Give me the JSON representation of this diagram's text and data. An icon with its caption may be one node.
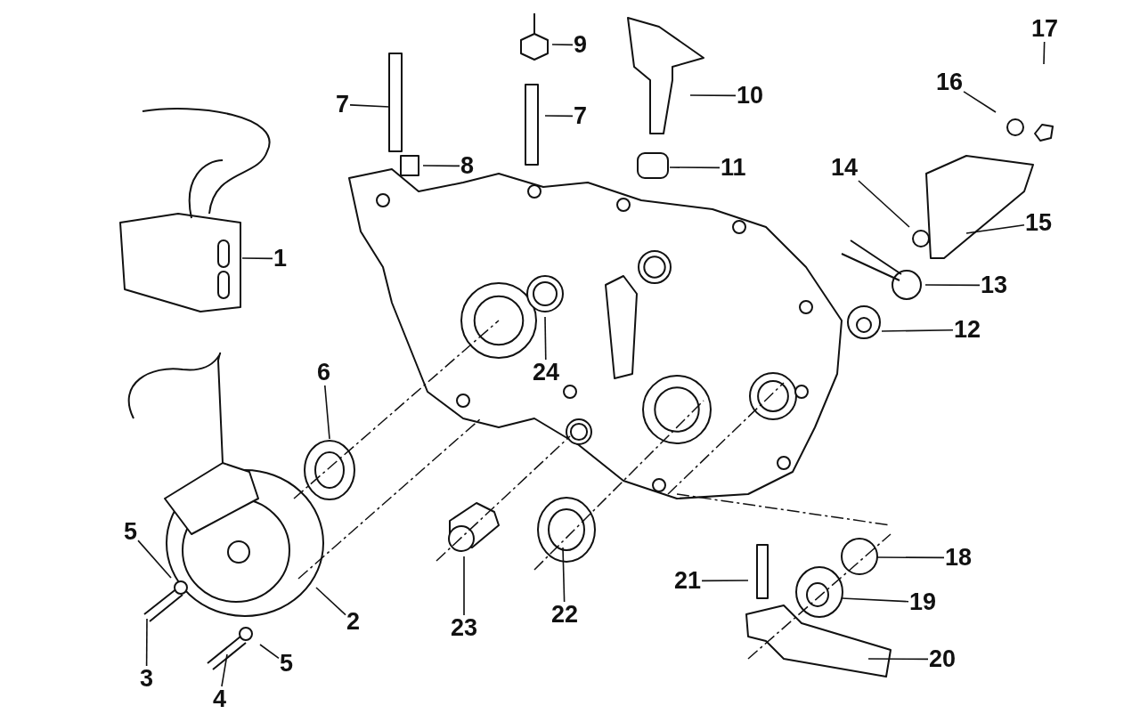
{
  "diagram": {
    "nodes": [
      {
        "text": [
          "1"
        ]
      },
      {
        "text": [
          "2"
        ]
      },
      {
        "text": [
          "3"
        ]
      },
      {
        "text": [
          "4"
        ]
      },
      {
        "text": [
          "5"
        ]
      },
      {
        "text": [
          "5"
        ]
      },
      {
        "text": [
          "6"
        ]
      },
      {
        "text": [
          "7"
        ]
      },
      {
        "text": [
          "7"
        ]
      },
      {
        "text": [
          "8"
        ]
      },
      {
        "text": [
          "9"
        ]
      },
      {
        "text": [
          "10"
        ]
      },
      {
        "text": [
          "11"
        ]
      },
      {
        "text": [
          "12"
        ]
      },
      {
        "text": [
          "13"
        ]
      },
      {
        "text": [
          "14"
        ]
      },
      {
        "text": [
          "15"
        ]
      },
      {
        "text": [
          "16"
        ]
      },
      {
        "text": [
          "17"
        ]
      },
      {
        "text": [
          "18"
        ]
      },
      {
        "text": [
          "19"
        ]
      },
      {
        "text": [
          "20"
        ]
      },
      {
        "text": [
          "21"
        ]
      },
      {
        "text": [
          "22"
        ]
      },
      {
        "text": [
          "23"
        ]
      },
      {
        "text": [
          "24"
        ]
      }
    ],
    "edges": [
      {
        "from": 0,
        "to": null,
        "arrow": "none"
      },
      {
        "from": 1,
        "to": null,
        "arrow": "none"
      },
      {
        "from": 2,
        "to": null,
        "arrow": "none"
      },
      {
        "from": 3,
        "to": null,
        "arrow": "none"
      },
      {
        "from": 4,
        "to": null,
        "arrow": "none"
      },
      {
        "from": 5,
        "to": null,
        "arrow": "none"
      },
      {
        "from": 6,
        "to": null,
        "arrow": "none"
      },
      {
        "from": 7,
        "to": null,
        "arrow": "none"
      },
      {
        "from": 8,
        "to": null,
        "arrow": "none"
      },
      {
        "from": 9,
        "to": null,
        "arrow": "none"
      },
      {
        "from": 10,
        "to": null,
        "arrow": "none"
      },
      {
        "from": 11,
        "to": null,
        "arrow": "none"
      },
      {
        "from": 12,
        "to": null,
        "arrow": "none"
      },
      {
        "from": 13,
        "to": null,
        "arrow": "none"
      },
      {
        "from": 14,
        "to": null,
        "arrow": "none"
      },
      {
        "from": 15,
        "to": null,
        "arrow": "none"
      },
      {
        "from": 16,
        "to": null,
        "arrow": "none"
      },
      {
        "from": 17,
        "to": null,
        "arrow": "none"
      },
      {
        "from": 18,
        "to": null,
        "arrow": "none"
      },
      {
        "from": 19,
        "to": null,
        "arrow": "none"
      },
      {
        "from": 20,
        "to": null,
        "arrow": "none"
      },
      {
        "from": 21,
        "to": null,
        "arrow": "none"
      },
      {
        "from": 22,
        "to": null,
        "arrow": "none"
      },
      {
        "from": 23,
        "to": null,
        "arrow": "none"
      },
      {
        "from": 24,
        "to": null,
        "arrow": "none"
      },
      {
        "from": 25,
        "to": null,
        "arrow": "none"
      }
    ]
  }
}
